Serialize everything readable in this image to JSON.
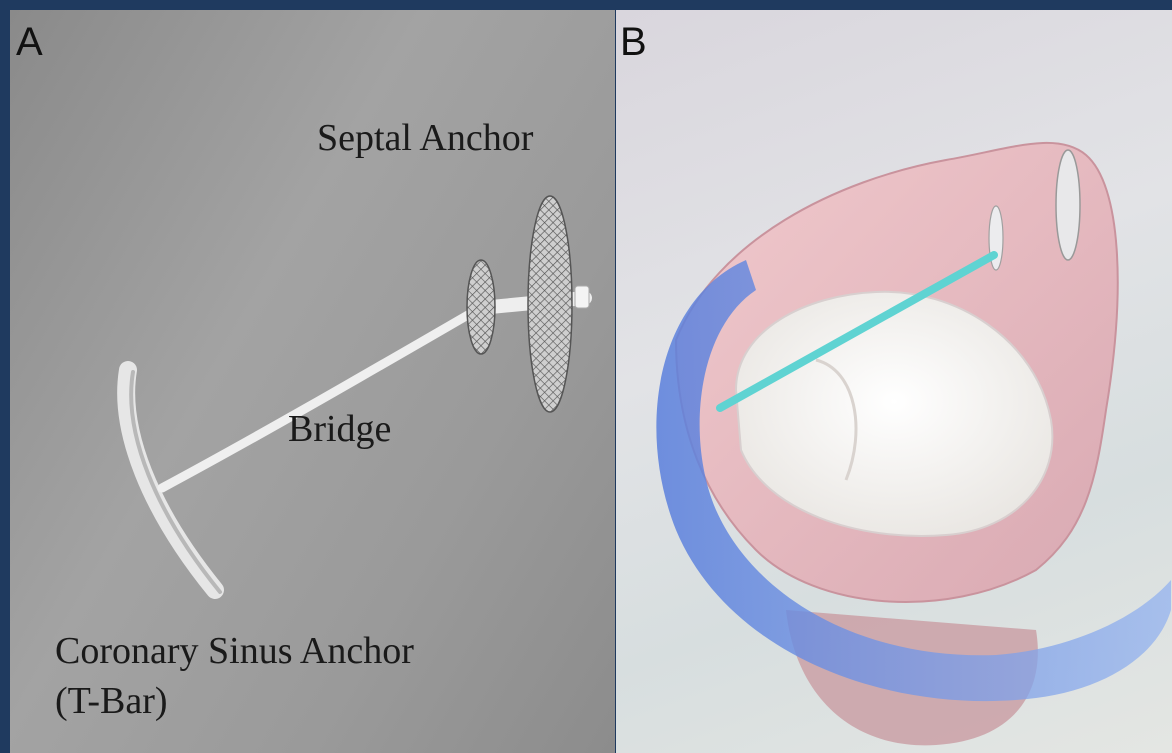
{
  "panel_a": {
    "letter": "A",
    "labels": {
      "septal_anchor": "Septal Anchor",
      "bridge": "Bridge",
      "cs_anchor_line1": "Coronary Sinus Anchor",
      "cs_anchor_line2": "(T-Bar)"
    }
  },
  "panel_b": {
    "letter": "B"
  },
  "colors": {
    "background": "#1f3a5f",
    "bridge_cyan": "#5fd3d2",
    "tissue_pink": "#e7b9bf",
    "sinus_blue": "#6a8ee0"
  }
}
